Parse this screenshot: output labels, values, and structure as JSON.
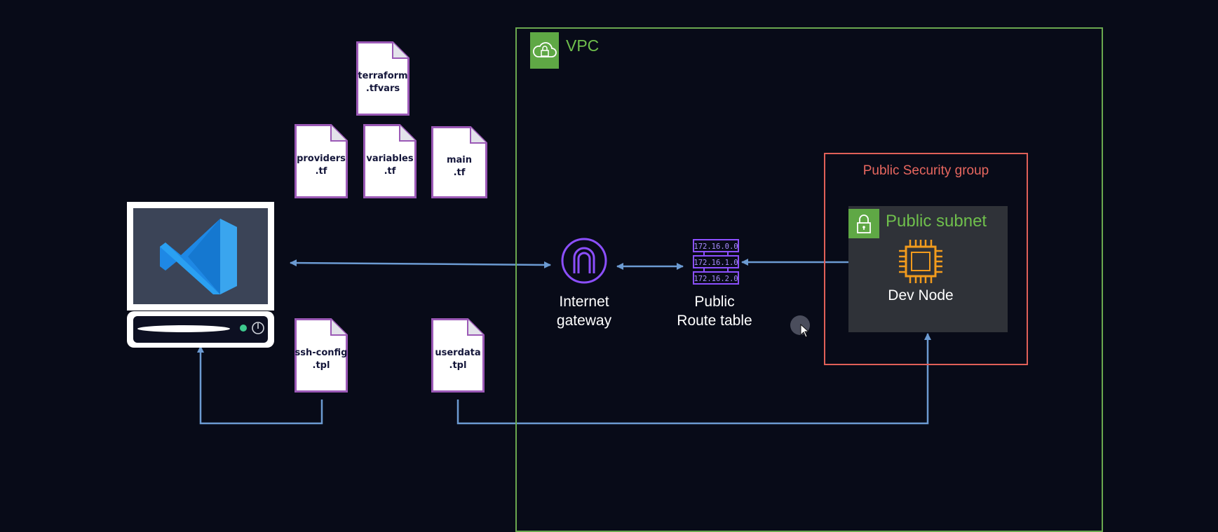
{
  "diagram": {
    "files": {
      "tfvars": {
        "line1": "terraform",
        "line2": ".tfvars"
      },
      "providers": {
        "line1": "providers",
        "line2": ".tf"
      },
      "variables": {
        "line1": "variables",
        "line2": ".tf"
      },
      "main": {
        "line1": "main",
        "line2": ".tf"
      },
      "ssh_config": {
        "line1": "ssh-config",
        "line2": ".tpl"
      },
      "userdata": {
        "line1": "userdata",
        "line2": ".tpl"
      }
    },
    "vpc": {
      "label": "VPC"
    },
    "internet_gateway": {
      "line1": "Internet",
      "line2": "gateway"
    },
    "route_table": {
      "line1": "Public",
      "line2": "Route table",
      "entries": [
        "172.16.0.0",
        "172.16.1.0",
        "172.16.2.0"
      ]
    },
    "security_group": {
      "label": "Public Security group"
    },
    "subnet": {
      "label": "Public subnet"
    },
    "dev_node": {
      "label": "Dev Node"
    }
  },
  "colors": {
    "background": "#080b18",
    "vpc_border": "#6aa84f",
    "security_group_border": "#e06058",
    "connector": "#6c9bd2",
    "aws_purple": "#8c4fff",
    "ec2_orange": "#f29b1d",
    "file_border": "#9b59b6"
  },
  "icons": {
    "workstation": "monitor-vscode-icon",
    "vpc": "cloud-lock-icon",
    "subnet": "padlock-icon",
    "internet_gateway": "internet-gateway-icon",
    "route_table": "route-table-icon",
    "dev_node": "ec2-chip-icon"
  }
}
